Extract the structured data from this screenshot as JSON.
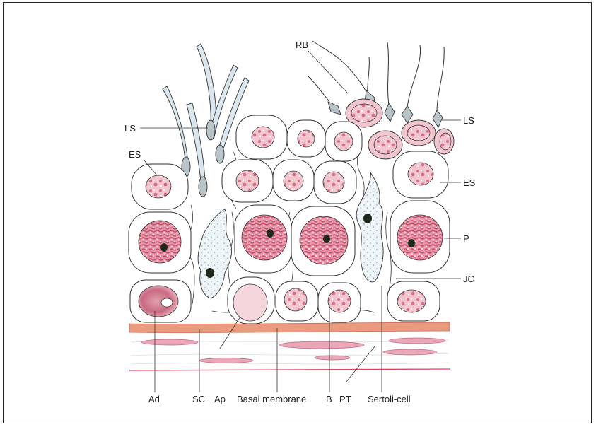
{
  "labels": {
    "rb": "RB",
    "ls_left": "LS",
    "ls_right": "LS",
    "es_left": "ES",
    "es_right": "ES",
    "p": "P",
    "jc": "JC",
    "ad": "Ad",
    "sc": "SC",
    "ap": "Ap",
    "basal": "Basal membrane",
    "b": "B",
    "pt": "PT",
    "sertoli": "Sertoli-cell"
  },
  "colors": {
    "nucleus": "#d9788c",
    "nucleus_dark": "#c04a66",
    "cell_fill": "#ffffff",
    "sertoli_fill": "#eef3f5",
    "sertoli_dots": "#7fa9c4",
    "spermatid_head": "#b9c4c8",
    "basal_membrane": "#ea9a7e",
    "peritubular": "#e9a7b8",
    "red_line": "#e04060"
  }
}
